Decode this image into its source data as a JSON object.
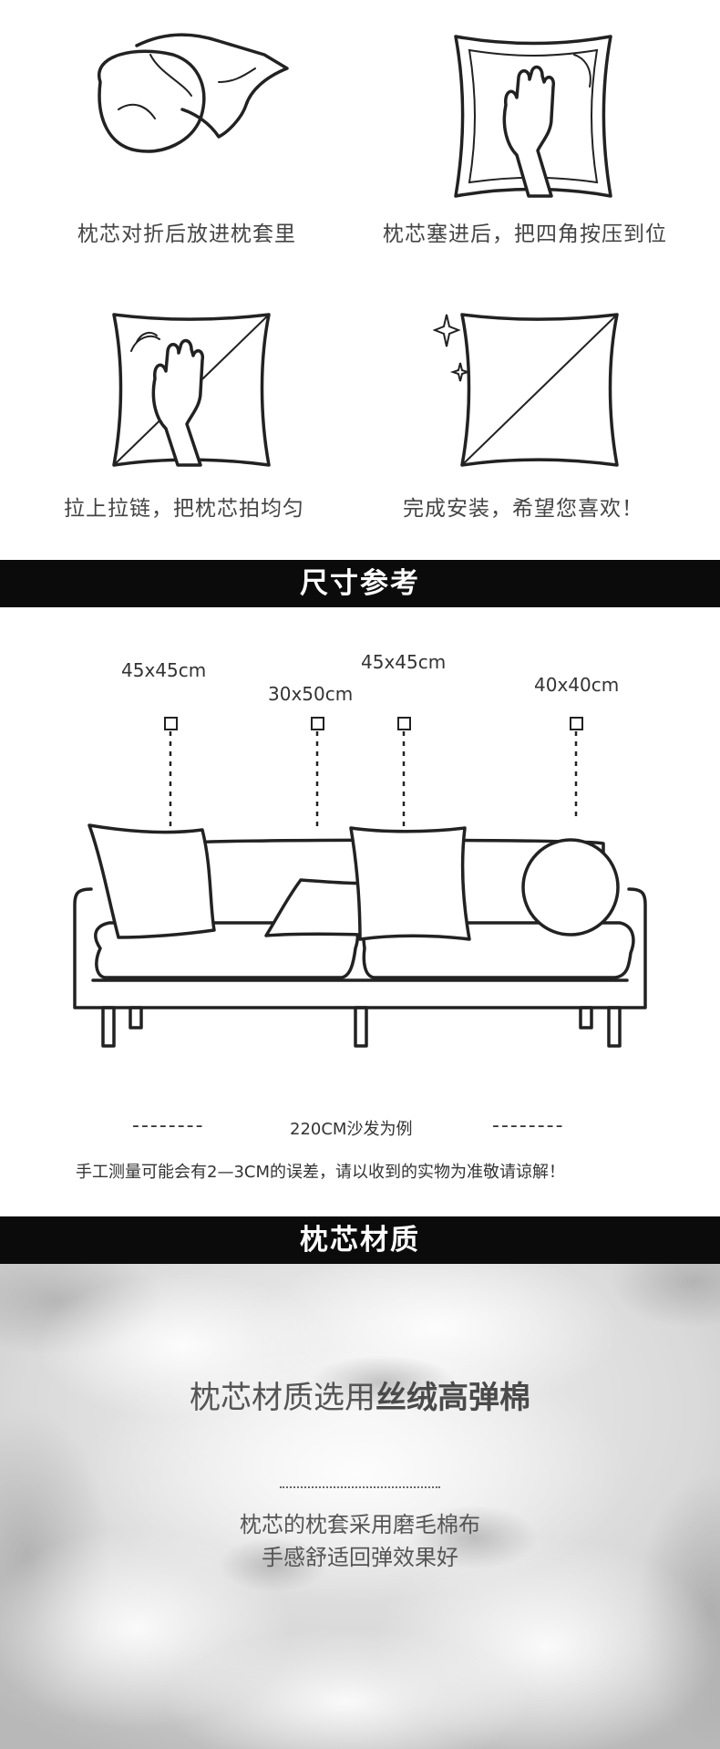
{
  "steps": [
    {
      "caption": "枕芯对折后放进枕套里",
      "icon": "pillow-fold-icon"
    },
    {
      "caption": "枕芯塞进后，把四角按压到位",
      "icon": "press-corners-icon"
    },
    {
      "caption": "拉上拉链，把枕芯拍均匀",
      "icon": "zip-pat-icon"
    },
    {
      "caption": "完成安装，希望您喜欢！",
      "icon": "finished-pillow-icon"
    }
  ],
  "size_section": {
    "title": "尺寸参考",
    "pillows": [
      "45x45cm",
      "30x50cm",
      "45x45cm",
      "40x40cm"
    ],
    "sofa_label": "220CM沙发为例",
    "note": "手工测量可能会有2—3CM的误差，请以收到的实物为准敬请谅解！"
  },
  "material_section": {
    "title": "枕芯材质",
    "headline_prefix": "枕芯材质选用",
    "headline_bold": "丝绒高弹棉",
    "line1": "枕芯的枕套采用磨毛棉布",
    "line2": "手感舒适回弹效果好"
  }
}
